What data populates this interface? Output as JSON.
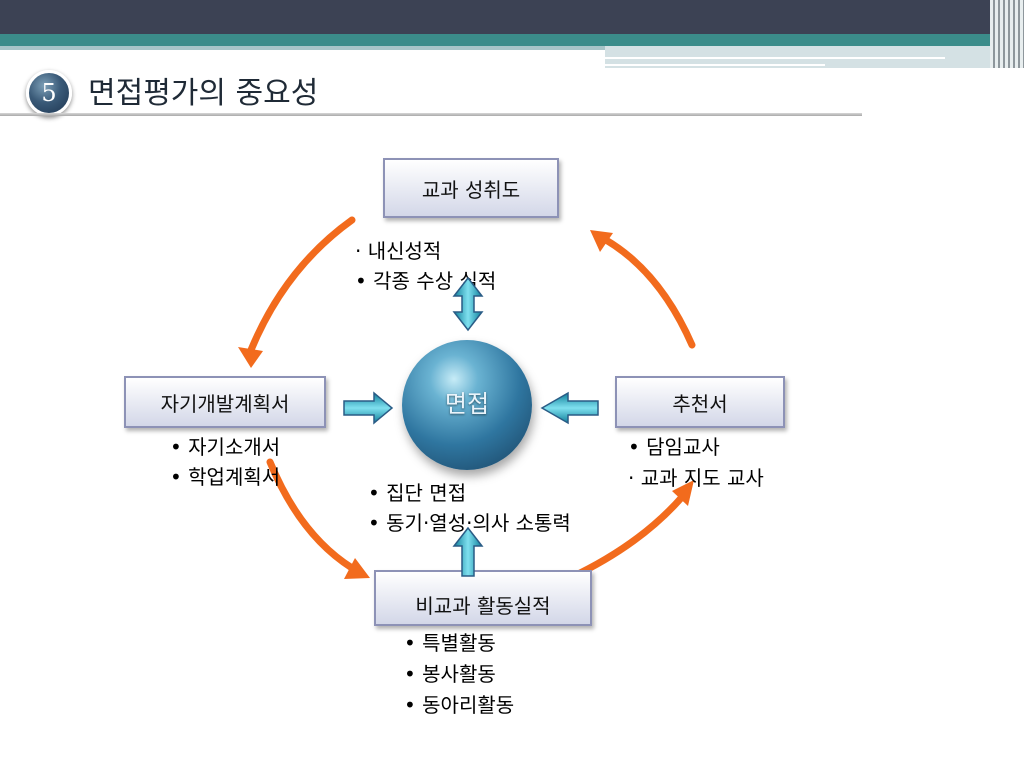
{
  "slide": {
    "number": "5",
    "title": "면접평가의 중요성"
  },
  "diagram": {
    "center": {
      "label": "면접"
    },
    "top": {
      "label": "교과 성취도",
      "items": [
        "· 내신성적",
        "• 각종 수상 실적"
      ]
    },
    "left": {
      "label": "자기개발계획서",
      "items": [
        "• 자기소개서",
        "• 학업계획서"
      ]
    },
    "right": {
      "label": "추천서",
      "items": [
        "• 담임교사",
        "· 교과 지도 교사"
      ]
    },
    "bottom": {
      "label": "비교과 활동실적",
      "items": [
        "• 특별활동",
        "• 봉사활동",
        "• 동아리활동"
      ]
    },
    "center_notes": [
      "• 집단 면접",
      "• 동기·열성·의사 소통력"
    ]
  },
  "colors": {
    "cycle_arrow": "#f26b1d",
    "block_arrow": "#2fb6d0",
    "box_border": "#8d92b6",
    "header_dark": "#3c4254",
    "header_teal": "#3b8c8a"
  }
}
